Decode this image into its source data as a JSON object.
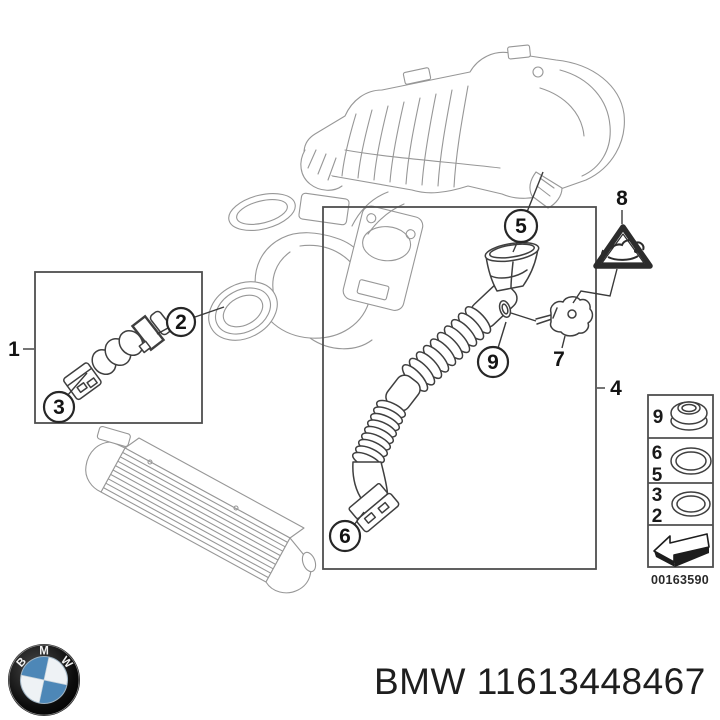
{
  "page": {
    "type": "parts-diagram",
    "background": "#ffffff"
  },
  "diagram": {
    "callouts": {
      "1": "1",
      "2": "2",
      "3": "3",
      "4": "4",
      "5": "5",
      "6": "6",
      "7": "7",
      "8": "8",
      "9": "9"
    },
    "legend": {
      "rows": [
        {
          "refs": [
            "9"
          ],
          "item": "sealing-grommet"
        },
        {
          "refs": [
            "6",
            "5"
          ],
          "item": "o-ring"
        },
        {
          "refs": [
            "3",
            "2"
          ],
          "item": "o-ring"
        },
        {
          "refs": [],
          "item": "direction-arrow"
        }
      ],
      "image_code": "00163590"
    },
    "icons": {
      "warning_triangle": "crush-hazard-warning-triangle",
      "legend_arrow": "direction-arrow",
      "logo": "bmw-roundel"
    }
  },
  "footer": {
    "brand": "BMW",
    "part_number": "11613448467",
    "logo_letters": [
      "B",
      "M",
      "W"
    ]
  },
  "colors": {
    "line_dark": "#3f3f3f",
    "line_light": "#979797",
    "bmw_blue": "#4d87b7",
    "text": "#1e1e1e"
  }
}
